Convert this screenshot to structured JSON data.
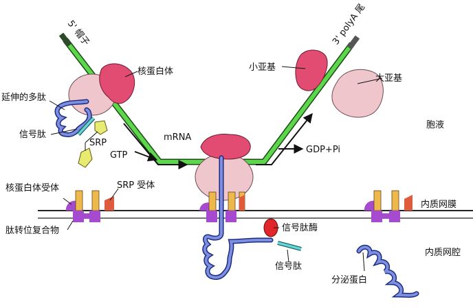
{
  "labels": {
    "cap_5": "5' 帽子",
    "polya_3": "3' polyA 尾",
    "ribosome": "核蛋白体",
    "small_subunit": "小亚基",
    "large_subunit": "大亚基",
    "cytosol": "胞液",
    "elongating_polypeptide": "延伸的多肽",
    "signal_peptide": "信号肽",
    "srp": "SRP",
    "gtp": "GTP",
    "mrna": "mRNA",
    "gdp_pi": "GDP+Pi",
    "ribosome_receptor": "核蛋白体受体",
    "srp_receptor": "SRP 受体",
    "er_membrane": "内质网膜",
    "translocon": "肽转位复合物",
    "signal_peptidase": "信号肽酶",
    "signal_peptide_cleaved": "信号肽",
    "er_lumen": "内质网腔",
    "secretory_protein": "分泌蛋白"
  },
  "colors": {
    "mrna": "#5cd64a",
    "mrna_outline": "#1a4a14",
    "ribosome_large": "#e24c72",
    "ribosome_small": "#efc6cc",
    "polypeptide": "#7f8fe0",
    "srp": "#e9ea72",
    "signal_peptide": "#64d6d6",
    "receptor_purple": "#a64ad0",
    "receptor_yellow": "#efb84c",
    "receptor_red": "#e05a3c",
    "peptidase": "#e0262a",
    "membrane": "#222222"
  }
}
